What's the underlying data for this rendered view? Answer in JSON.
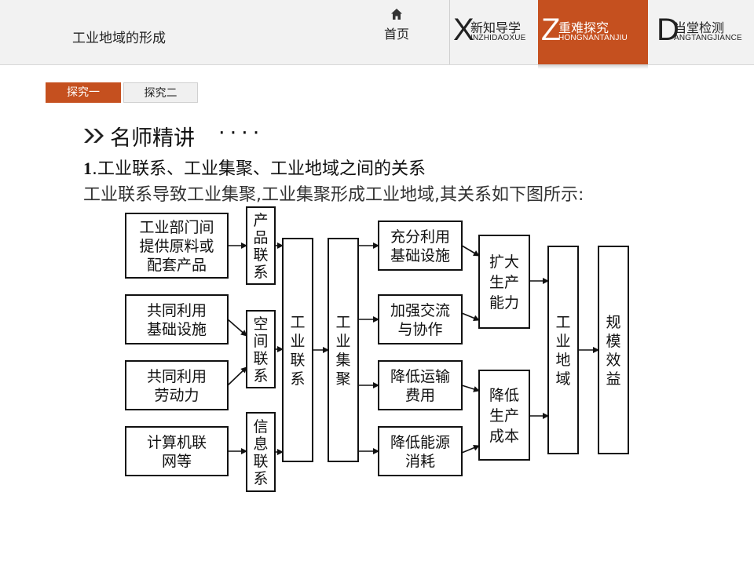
{
  "header": {
    "lesson_title": "工业地域的形成",
    "home_label": "首页",
    "nav": [
      {
        "letter": "X",
        "label": "新知导学",
        "pinyin": "INZHIDAOXUE",
        "active": false
      },
      {
        "letter": "Z",
        "label": "重难探究",
        "pinyin": "HONGNANTANJIU",
        "active": true
      },
      {
        "letter": "D",
        "label": "当堂检测",
        "pinyin": "ANGTANGJIANCE",
        "active": false
      }
    ]
  },
  "tabs": [
    {
      "label": "探究一",
      "active": true
    },
    {
      "label": "探究二",
      "active": false
    }
  ],
  "section": {
    "title": "名师精讲",
    "heading_num": "1",
    "heading_text": ".工业联系、工业集聚、工业地域之间的关系",
    "paragraph": "工业联系导致工业集聚,工业集聚形成工业地域,其关系如下图所示:"
  },
  "diagram": {
    "sources": [
      [
        "工业部门间",
        "提供原料或",
        "配套产品"
      ],
      [
        "共同利用",
        "基础设施"
      ],
      [
        "共同利用",
        "劳动力"
      ],
      [
        "计算机联",
        "网等"
      ]
    ],
    "link_types": [
      [
        "产",
        "品",
        "联",
        "系"
      ],
      [
        "空",
        "间",
        "联",
        "系"
      ],
      [
        "信",
        "息",
        "联",
        "系"
      ]
    ],
    "industry_link": [
      "工",
      "业",
      "联",
      "系"
    ],
    "industry_cluster": [
      "工",
      "业",
      "集",
      "聚"
    ],
    "effects": [
      [
        "充分利用",
        "基础设施"
      ],
      [
        "加强交流",
        "与协作"
      ],
      [
        "降低运输",
        "费用"
      ],
      [
        "降低能源",
        "消耗"
      ]
    ],
    "outcomes": [
      [
        "扩大",
        "生产",
        "能力"
      ],
      [
        "降低",
        "生产",
        "成本"
      ]
    ],
    "industrial_region": [
      "工",
      "业",
      "地",
      "域"
    ],
    "scale_benefit": [
      "规",
      "模",
      "效",
      "益"
    ]
  }
}
